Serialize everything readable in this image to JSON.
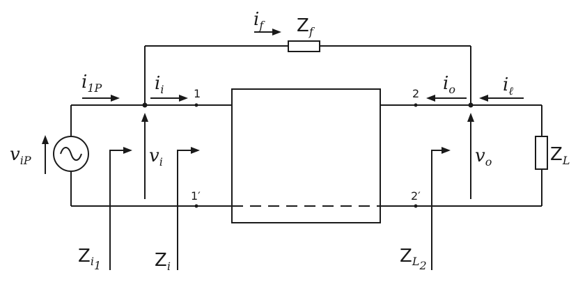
{
  "labels": {
    "i_f": {
      "main": "i",
      "sub": "f"
    },
    "Z_f": {
      "main": "Z",
      "sub": "f"
    },
    "i_1P": {
      "main": "i",
      "sub": "1P"
    },
    "i_i": {
      "main": "i",
      "sub": "i"
    },
    "i_o": {
      "main": "i",
      "sub": "o"
    },
    "i_l": {
      "main": "i",
      "sub": "ℓ"
    },
    "v_iP": {
      "main": "v",
      "sub": "iP"
    },
    "v_i": {
      "main": "v",
      "sub": "i"
    },
    "v_o": {
      "main": "v",
      "sub": "o"
    },
    "Z_L": {
      "main": "Z",
      "sub": "L"
    },
    "Z_i1": {
      "main": "Z",
      "sub": "i",
      "subsub": "1"
    },
    "Z_i": {
      "main": "Z",
      "sub": "i"
    },
    "Z_L2": {
      "main": "Z",
      "sub": "L",
      "subsub": "2"
    }
  },
  "nodes": {
    "n1": "1",
    "n1p": "1′",
    "n2": "2",
    "n2p": "2′"
  }
}
